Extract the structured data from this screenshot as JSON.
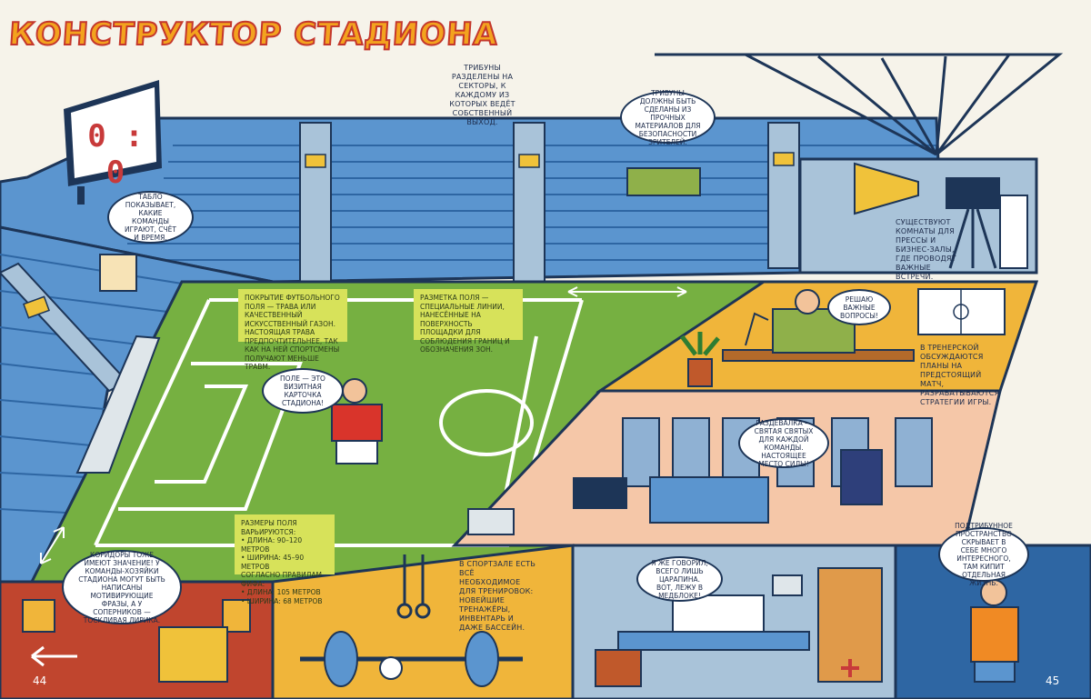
{
  "title": "Конструктор стадиона",
  "scoreboard": {
    "score": "0 : 0"
  },
  "pages": {
    "left": "44",
    "right": "45"
  },
  "notes": {
    "stands": "Трибуны разделены на секторы, к каждому из которых ведёт собственный выход.",
    "stands_safety": "Трибуны должны быть сделаны из прочных материалов для безопасности зрителей.",
    "scoreboard": "Табло показывает, какие команды играют, счёт и время.",
    "press": "Существуют комнаты для прессы и бизнес-залы, где проводят важные встречи.",
    "coverage": "Покрытие футбольного поля — трава или качественный искусственный газон. Настоящая трава предпочтительнее, так как на ней спортсмены получают меньше травм.",
    "markings": "Разметка поля — специальные линии, нанесённые на поверхность площадки для соблюдения границ и обозначения зон.",
    "field_card": "Поле — это визитная карточка стадиона!",
    "coach_bubble": "Решаю важные вопросы!",
    "coach_room": "В тренерской обсуждаются планы на предстоящий матч, разрабатываются стратегии игры.",
    "locker_room": "Раздевалка — святая святых для каждой команды. Настоящее место силы!",
    "sizes_title": "Размеры поля варьируются:",
    "sizes": [
      "• Длина: 90–120 метров",
      "• Ширина: 45–90 метров",
      "Согласно правилам ФИФА:",
      "• Длина: 105 метров",
      "• Ширина: 68 метров"
    ],
    "corridor": "Коридоры тоже имеют значение! У команды-хозяйки стадиона могут быть написаны мотивирующие фразы, а у соперников — тоскливая лирика.",
    "gym": "В спортзале есть всё необходимое для тренировок: новейшие тренажёры, инвентарь и даже бассейн.",
    "medic_bubble": "Я же говорил, всего лишь царапина. Вот, лежу в медблоке!",
    "underground": "Подтрибунное пространство скрывает в себе много интересного, там кипит отдельная жизнь."
  }
}
